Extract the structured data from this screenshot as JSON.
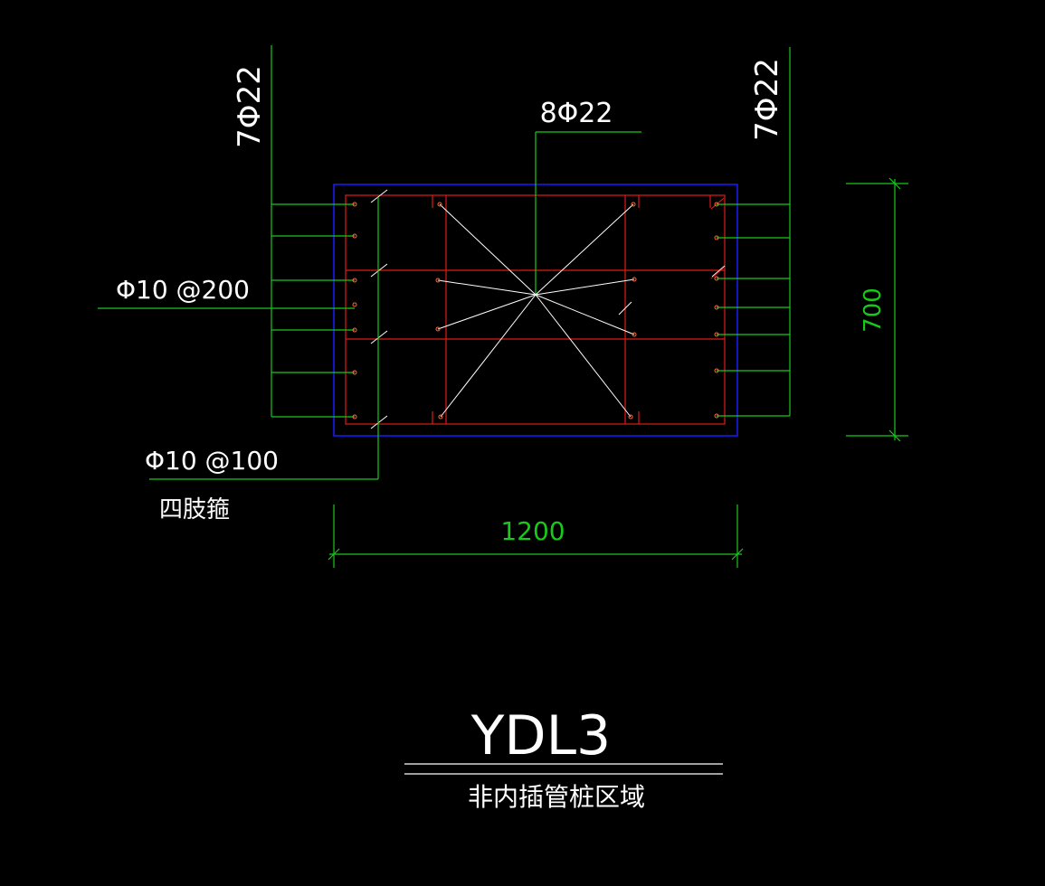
{
  "labels": {
    "left_rebar": "7Φ22",
    "right_rebar": "7Φ22",
    "center_rebar": "8Φ22",
    "stirrup_spacing_200": "Φ10 @200",
    "stirrup_spacing_100": "Φ10 @100",
    "stirrup_type": "四肢箍",
    "dim_width": "1200",
    "dim_height": "700",
    "title": "YDL3",
    "subtitle": "非内插管桩区域"
  },
  "colors": {
    "background": "#000000",
    "leader_green": "#19c819",
    "outline_blue": "#1a1aff",
    "stirrup_red": "#e01919",
    "text_white": "#ffffff",
    "bar_dot": "#ff6a3d"
  }
}
